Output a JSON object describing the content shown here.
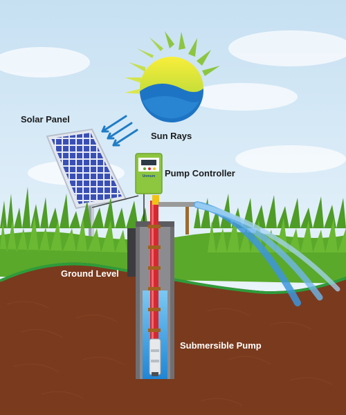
{
  "labels": {
    "solar_panel": "Solar Panel",
    "sun_rays": "Sun Rays",
    "pump_controller": "Pump Controller",
    "ground_level": "Ground Level",
    "submersible_pump": "Submersible Pump"
  },
  "controller": {
    "brand": "Unmum"
  },
  "colors": {
    "sky": "#cfe6f5",
    "soil": "#7a3a1d",
    "grass": "#5aa92a",
    "ground_line": "#2e9b3a",
    "controller": "#8dc63f",
    "water": "#2f8fd8",
    "pipe": "#d7282f",
    "sun": "#f7d117",
    "panel_cell": "#3a4fb5"
  },
  "icons": {
    "sun": "sun-icon",
    "solar_panel": "solar-panel-icon",
    "controller": "controller-box-icon",
    "pump": "pump-icon",
    "sun_rays": "arrow-rays-icon"
  }
}
